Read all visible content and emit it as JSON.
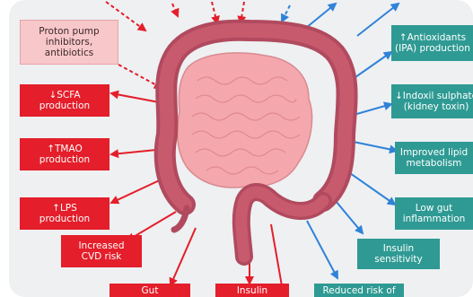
{
  "colors": {
    "negative": "#e41e2a",
    "positive": "#2e9a93",
    "positive_arrow": "#2f82d8",
    "drug_box": "#f8c7c9",
    "background": "#eef0f2"
  },
  "graphic": {
    "center_icon": "colon-illustration-icon"
  },
  "boxes": {
    "ppi": "Proton pump\ninhibitors,\nantibiotics",
    "scfa": "↓SCFA\nproduction",
    "tmao": "↑TMAO\nproduction",
    "lps": "↑LPS\nproduction",
    "cvd": "Increased\nCVD risk",
    "gut": "Gut",
    "insulin_bottom": "Insulin",
    "antioxidants": "↑Antioxidants\n(IPA) production",
    "indoxil": "↓Indoxil sulphate\n(kidney toxin)",
    "lipid": "Improved lipid\nmetabolism",
    "inflammation": "Low gut\ninflammation",
    "insulin_sensitivity": "Insulin\nsensitivity",
    "reduced_risk": "Reduced risk of"
  }
}
